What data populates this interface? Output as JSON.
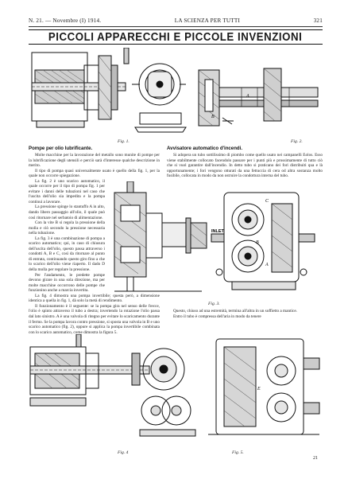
{
  "header": {
    "issue": "N. 21. — Novembre (I) 1914.",
    "journal": "LA SCIENZA PER TUTTI",
    "page": "321"
  },
  "title": "PICCOLI APPARECCHI E PICCOLE INVENZIONI",
  "figures": {
    "fig1": "Fig. 1.",
    "fig2": "Fig. 2.",
    "fig3": "Fig. 3.",
    "fig4": "Fig. 4",
    "fig5": "Fig. 5."
  },
  "fig_labels": {
    "inlet": "INLET",
    "a": "A",
    "b": "B",
    "c": "C",
    "e": "E"
  },
  "article1": {
    "heading": "Pompe per olio lubrificante.",
    "paragraphs": [
      "Molte macchine per la lavorazione del metallo sono munite di pompe per la lubrificazione degli utensili e perciò sarà d'interesse qualche descrizione in merito.",
      "Il tipo di pompa quasi universalmente usato è quello della fig. 1, per la quale non occorre spiegazione.",
      "La fig. 2 è uno scarico automatico, il quale occorre per il tipo di pompa fig. 1 per evitare i danni delle tubazioni nel caso che l'uscita dell'olio sia impedita e la pompa continui a lavorare.",
      "La pressione spinge lo stantuffo A in alto, dando libero passaggio all'olio, il quale può così ritornare nel serbatoio di alimentazione.",
      "Con la vite B si regola la pressione della molla e ciò secondo la pressione necessaria nella tubazione.",
      "La fig. 3 è una combinazione di pompa a scarico automatico; qui, in caso di chiusura dell'uscita dell'olio, questo passa attraverso i condotti A, B e C, così da ritornare al punto di entrata, continuando questo giro fino a che lo scarico dell'olio viene riaperto. Il dado D della molla per regolare la pressione.",
      "Per l'andamento, le predette pompe devono girare in una sola direzione, ma per molte macchine occorrono delle pompe che funzionino anche a marcia invertita.",
      "La fig. 4 dimostra una pompa invertibile; questa però, a dimensione identica a quella in fig. 1, dà solo la metà di rendimento.",
      "Il funzionamento è il seguente: se la pompa gira nel senso delle frecce, l'olio è spinto attraverso il tubo a destra; invertendo la rotazione l'olio passa dal lato sinistro. A è una valvola di ritegno per evitare lo scaricamento durante il fermo. Se la pompa lavora contro pressione, si sposta una valvola in B e uno scarico automatico (fig. 2), oppure si applica la pompa invertibile combinata con lo scarico automatico, come dimostra la figura 5."
    ]
  },
  "article2": {
    "heading": "Avvisatore automatico d'incendi.",
    "paragraphs": [
      "Si adopera un tubo sottilissimo di piombo come quello usato nei campanelli Eolos. Esso viene stabilmente collocato facendolo passare per i punti più e prossimamente di tutto ciò che si vuol garantire dall'incendio. In detto tubo si praticano dei fori distribuiti qua e là opportunamente; i fori vengono otturati da una fettuccia di cera od altra sostanza molto fusibile, collocata in modo da non ostruire la condottura interna del tubo.",
      "Questo, chiuso ad una estremità, termina all'altra in un soffietto a mantice.",
      "Entro il tubo è compressa dell'aria in modo da tenere"
    ]
  },
  "footer": {
    "signature": "21"
  }
}
